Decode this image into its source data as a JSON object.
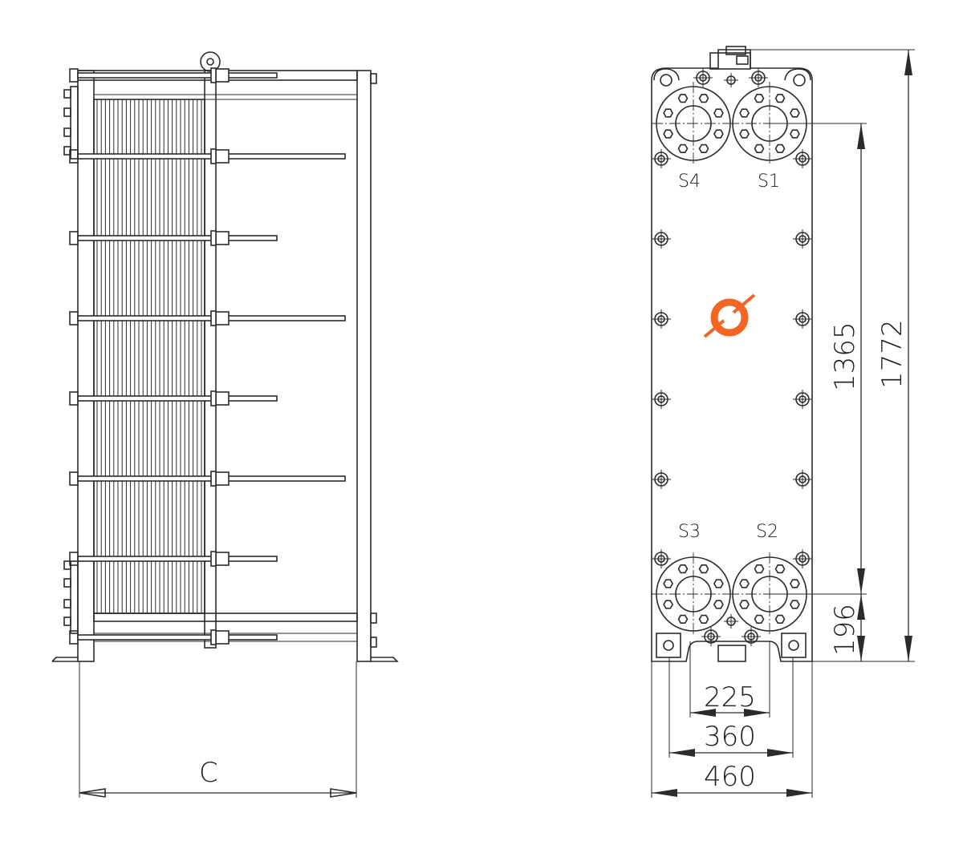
{
  "ports": {
    "s1": "S1",
    "s2": "S2",
    "s3": "S3",
    "s4": "S4"
  },
  "dimensions": {
    "total_height": "1772",
    "port_spacing_vertical": "1365",
    "bottom_port_height": "196",
    "foot_inner": "225",
    "port_spacing_horizontal": "360",
    "frame_width": "460",
    "length": "C"
  },
  "logo": {
    "icon": "logo-icon",
    "color": "#f26522"
  },
  "colors": {
    "line": "#2b2b2b",
    "background": "#ffffff"
  }
}
